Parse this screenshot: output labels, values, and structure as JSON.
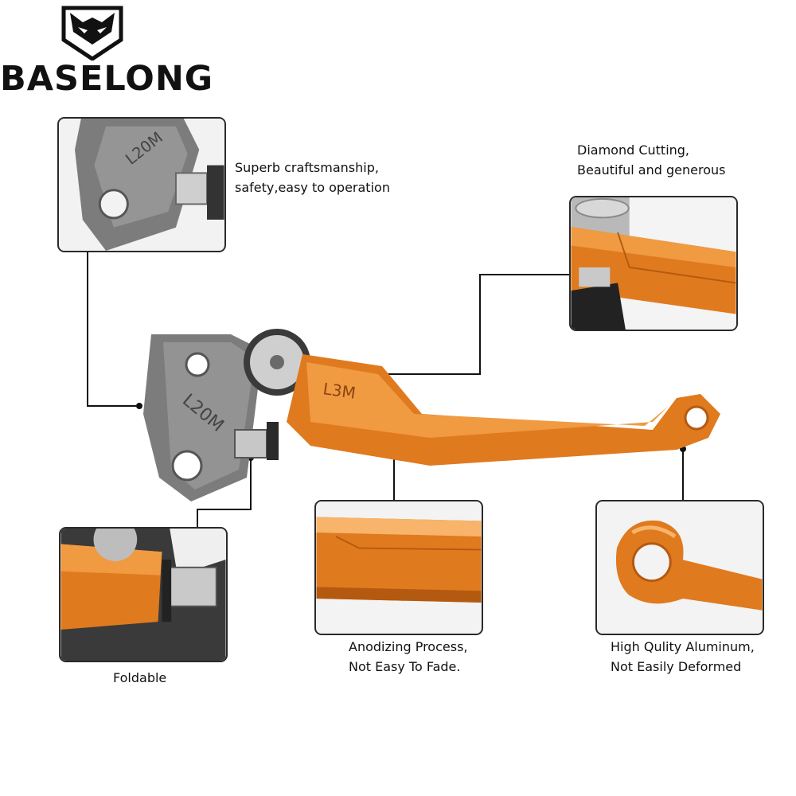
{
  "brand": {
    "name": "BASELONG",
    "logo_icon": "wolf-head-shield-icon"
  },
  "product": {
    "lever_mark": "L3M",
    "perch_mark": "L20M",
    "colors": {
      "orange": "#e07a1e",
      "orange_dark": "#b45a10",
      "silver": "#8c8c8c",
      "silver_dark": "#5e5e5e"
    }
  },
  "callouts": {
    "craftsmanship": {
      "line1": "Superb craftsmanship,",
      "line2": "safety,easy to operation"
    },
    "diamond": {
      "line1": "Diamond Cutting,",
      "line2": "Beautiful and generous"
    },
    "foldable": {
      "line1": "Foldable"
    },
    "anodizing": {
      "line1": "Anodizing Process,",
      "line2": "Not Easy To Fade."
    },
    "aluminum": {
      "line1": "High Qulity Aluminum,",
      "line2": "Not Easily Deformed"
    }
  }
}
